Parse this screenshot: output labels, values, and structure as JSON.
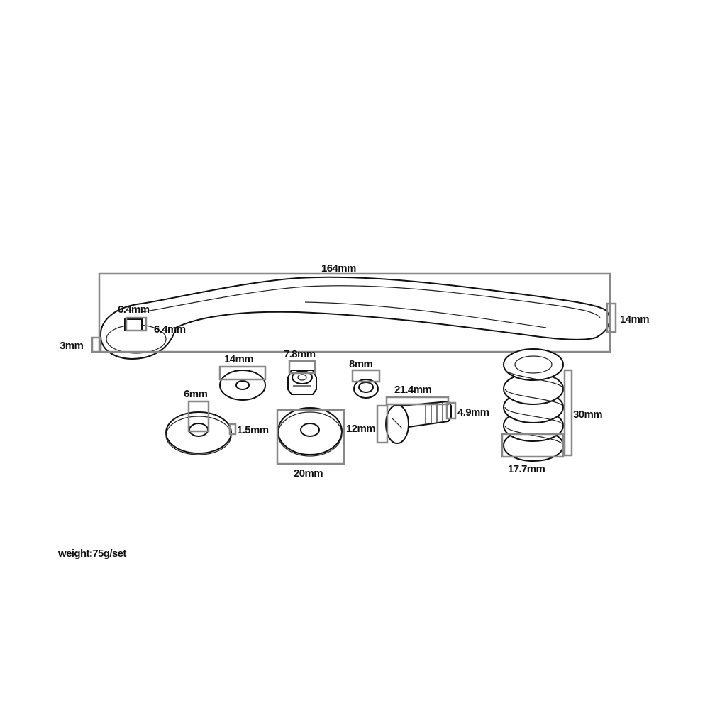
{
  "colors": {
    "background": "#ffffff",
    "dimension_box": "#888888",
    "ink": "#111111"
  },
  "dimensions": {
    "lever_length": "164mm",
    "lever_end_width": "14mm",
    "pivot_width": "6.4mm",
    "pivot_height": "6.4mm",
    "lever_thickness": "3mm",
    "small_washer_diameter": "14mm",
    "nut_diameter": "7.8mm",
    "ring_diameter": "8mm",
    "washer_hole": "6mm",
    "washer_thickness": "1.5mm",
    "large_washer_diameter": "20mm",
    "bolt_length": "21.4mm",
    "bolt_diameter": "4.9mm",
    "bolt_head": "12mm",
    "spring_height": "30mm",
    "spring_diameter": "17.7mm"
  },
  "footer": {
    "weight": "weight:75g/set"
  }
}
